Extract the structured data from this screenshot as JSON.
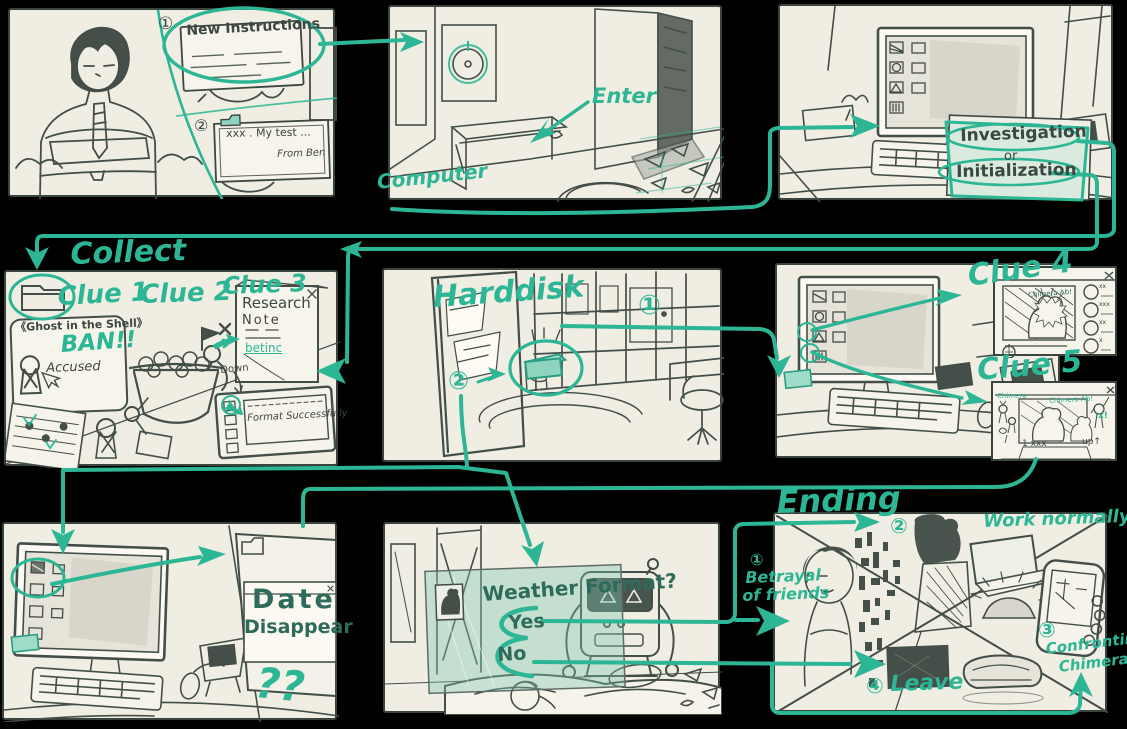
{
  "colors": {
    "background": "#000000",
    "paper": "#f0ede3",
    "ink": "#3d4742",
    "teal": "#2db695",
    "dark_teal": "#2e6b5a"
  },
  "panels": [
    {
      "n1": "①",
      "note": "New Instructions",
      "n2": "②",
      "card1": "xxx . My test ...",
      "card2": "From Ben"
    },
    {
      "enter": "Enter",
      "computer": "Computer"
    },
    {
      "l1": "Investigation",
      "l2": "or",
      "l3": "Initialization"
    },
    {
      "collect": "Collect",
      "clue1": "Clue 1",
      "clue2": "Clue 2",
      "clue3": "Clue 3",
      "ghost": "《Ghost in the Shell》",
      "ban": "BAN!!",
      "accused": "Accused",
      "r1": "Research",
      "r2": "Note",
      "r3": "betinc",
      "down": "Down",
      "format": "Format Successfully"
    },
    {
      "title": "Harddisk",
      "n1": "①",
      "n2": "②"
    },
    {
      "clue4": "Clue 4",
      "clue5": "Clue 5",
      "bubble4": "Chimera Ab!",
      "tag5": "Chimera",
      "bubble5": "Chimera Ab!",
      "x5": "x!",
      "count5": "1 xxx",
      "up5": "up↑",
      "comments": [
        "xx",
        "xxx",
        "xx",
        "x"
      ]
    },
    {
      "d1": "Date",
      "d2": "Disappear",
      "qq": "??"
    },
    {
      "q": "Weather Format?",
      "yes": "Yes",
      "no": "No"
    },
    {
      "ending": "Ending",
      "n1": "①",
      "e1a": "Betrayal",
      "e1b": "of friends",
      "n2": "②",
      "e2": "Work normally",
      "n3": "③",
      "e3a": "Confronting",
      "e3b": "Chimera?",
      "n4": "④",
      "e4": "Leave"
    }
  ]
}
